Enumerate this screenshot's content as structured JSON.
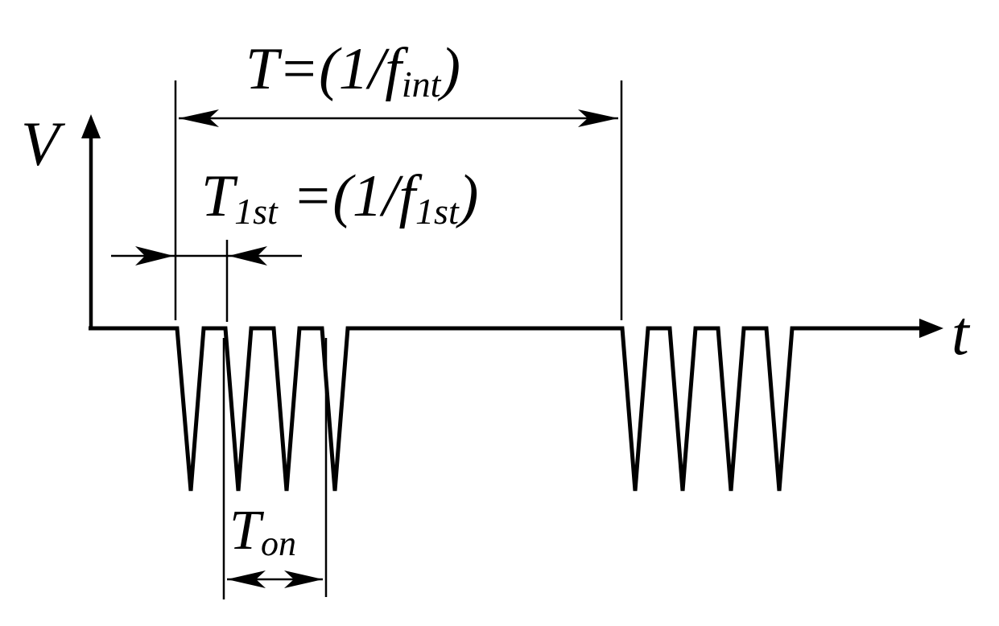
{
  "axes": {
    "y_label": "V",
    "x_label": "t"
  },
  "labels": {
    "period": {
      "main": "T",
      "formula_start": "=(1/f",
      "sub": "int",
      "formula_end": ")"
    },
    "first": {
      "main": "T",
      "sub": "1st",
      "formula_start": " =(1/f",
      "sub2": "1st",
      "formula_end": ")"
    },
    "on_time": {
      "main": "T",
      "sub": "on"
    }
  },
  "waveform": {
    "bursts": 2,
    "pulses_per_burst": 4
  },
  "colors": {
    "ink": "#000000",
    "background": "#ffffff"
  }
}
